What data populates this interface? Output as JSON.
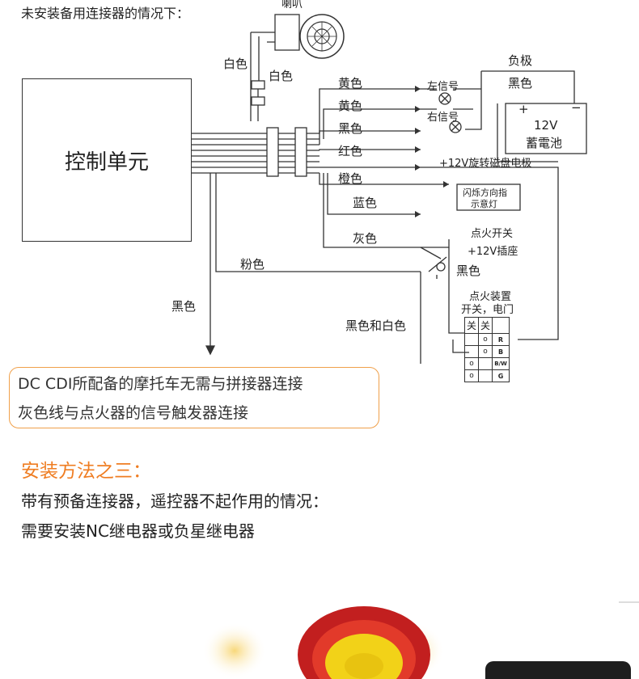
{
  "header_note": "未安装备用连接器的情况下：",
  "horn_label": "喇叭",
  "control_unit_label": "控制单元",
  "wires": {
    "white1": "白色",
    "white2": "白色",
    "yellow1": "黄色",
    "yellow2": "黄色",
    "black": "黑色",
    "red": "红色",
    "orange": "橙色",
    "blue": "蓝色",
    "gray": "灰色",
    "pink": "粉色",
    "black_ground": "黑色",
    "black_white": "黑色和白色",
    "black_switch": "黑色",
    "battery_neg_black": "黑色"
  },
  "signals": {
    "left": "左信号",
    "right": "右信号"
  },
  "battery": {
    "neg_pole": "负极",
    "plus": "+",
    "minus": "−",
    "voltage": "12V",
    "name": "蓄電池"
  },
  "rotary_label": "+12V旋转磁盘电极",
  "flash_indicator": [
    "闪烁方向指",
    "示意灯"
  ],
  "ignition_switch": "点火开关",
  "plus12_socket": "+12V插座",
  "ignition_device": [
    "点火装置",
    "开关，电门"
  ],
  "switch_table": {
    "headers": [
      "关",
      "关"
    ],
    "rows": [
      "R",
      "B",
      "B/W",
      "G"
    ]
  },
  "note_box": {
    "line1": "DC CDI所配备的摩托车无需与拼接器连接",
    "line2": "灰色线与点火器的信号触发器连接"
  },
  "method3": {
    "title": "安装方法之三：",
    "line1": "带有预备连接器，遥控器不起作用的情况：",
    "line2": "需要安装NC继电器或负星继电器"
  },
  "colors": {
    "accent_orange": "#ef7d22",
    "note_border": "#f0a04a",
    "wire": "#333333"
  }
}
